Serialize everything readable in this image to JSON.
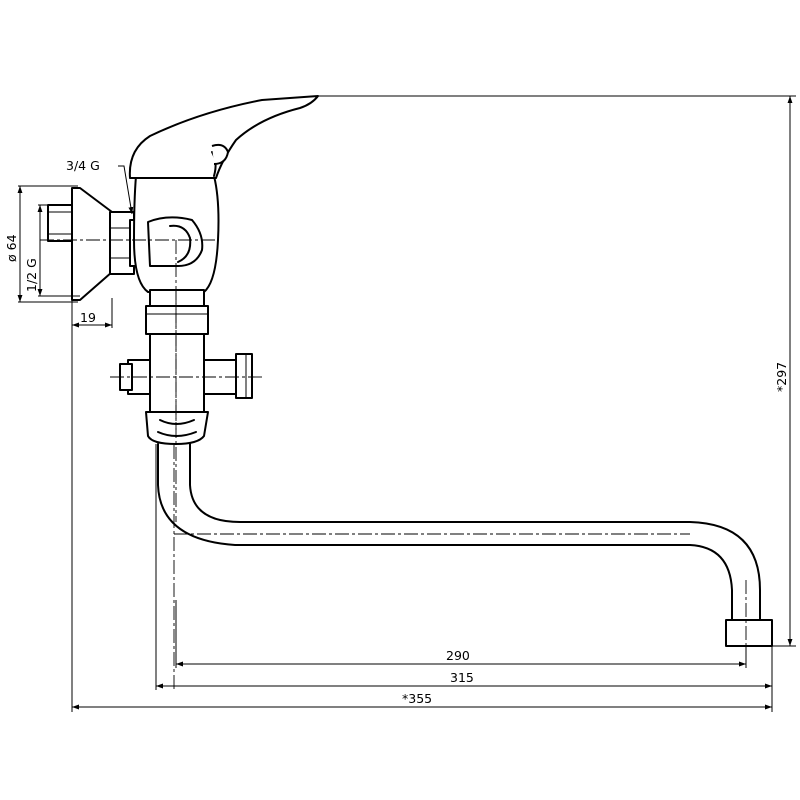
{
  "labels": {
    "thread_outlet": "3/4 G",
    "flange_diameter": "ø 64",
    "thread_inlet": "1/2 G",
    "flange_offset": "19",
    "height": "*297",
    "spout_reach_inner": "290",
    "spout_reach": "315",
    "overall_width": "*355"
  }
}
